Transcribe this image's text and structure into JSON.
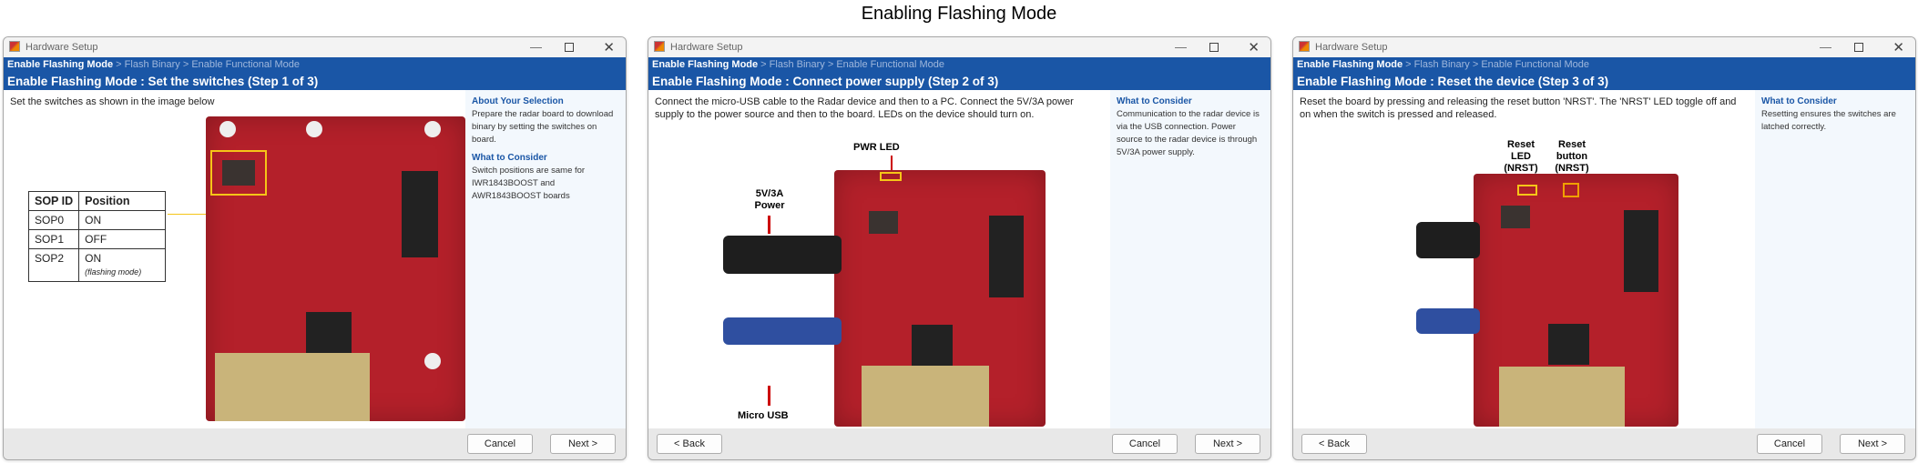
{
  "page_title": "Enabling Flashing Mode",
  "window_title": "Hardware Setup",
  "breadcrumb": {
    "current": "Enable Flashing Mode",
    "rest": " > Flash Binary > Enable Functional Mode"
  },
  "buttons": {
    "back": "< Back",
    "cancel": "Cancel",
    "next": "Next >"
  },
  "steps": [
    {
      "heading": "Enable Flashing Mode : Set the switches (Step 1 of 3)",
      "instruction": "Set the switches as shown in the image below",
      "about_title": "About Your Selection",
      "about_text": "Prepare the radar board to download binary by setting the switches on board.",
      "consider_title": "What to Consider",
      "consider_text": "Switch positions are same for IWR1843BOOST and AWR1843BOOST boards",
      "table": {
        "headers": [
          "SOP ID",
          "Position"
        ],
        "rows": [
          [
            "SOP0",
            "ON",
            ""
          ],
          [
            "SOP1",
            "OFF",
            ""
          ],
          [
            "SOP2",
            "ON",
            "(flashing mode)"
          ]
        ]
      }
    },
    {
      "heading": "Enable Flashing Mode : Connect power supply (Step 2 of 3)",
      "instruction": "Connect the micro-USB cable to the Radar device and then to a PC. Connect the 5V/3A power supply to the power source and then to the board. LEDs on the device should turn on.",
      "consider_title": "What to Consider",
      "consider_text": "Communication to the radar device is via the USB connection. Power source to the radar device is through 5V/3A power supply.",
      "labels": {
        "pwr_led": "PWR LED",
        "power": "5V/3A Power",
        "usb": "Micro USB"
      }
    },
    {
      "heading": "Enable Flashing Mode : Reset the device (Step 3 of 3)",
      "instruction": "Reset the board by pressing and releasing the reset button 'NRST'. The 'NRST' LED toggle off and on when the switch is pressed and released.",
      "consider_title": "What to Consider",
      "consider_text": "Resetting ensures the switches are latched correctly.",
      "labels": {
        "reset_led": "Reset LED (NRST)",
        "reset_button": "Reset button (NRST)"
      }
    }
  ]
}
